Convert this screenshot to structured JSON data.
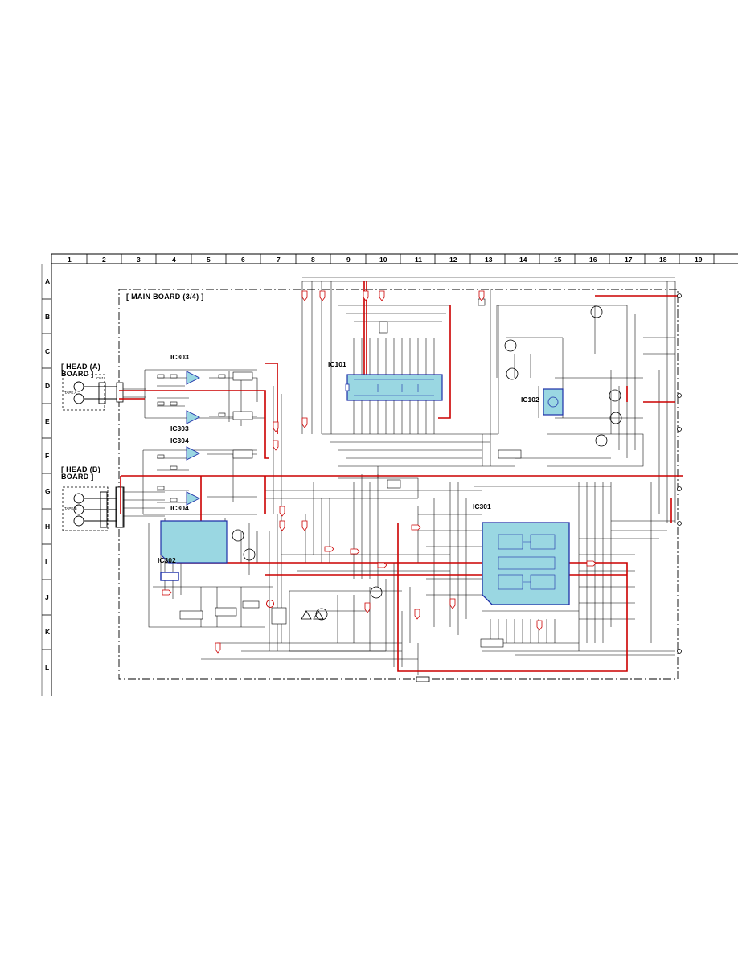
{
  "grid": {
    "columns": [
      "1",
      "2",
      "3",
      "4",
      "5",
      "6",
      "7",
      "8",
      "9",
      "10",
      "11",
      "12",
      "13",
      "14",
      "15",
      "16",
      "17",
      "18",
      "19"
    ],
    "rows": [
      "A",
      "B",
      "C",
      "D",
      "E",
      "F",
      "G",
      "H",
      "I",
      "J",
      "K",
      "L"
    ]
  },
  "board_title": "[ MAIN BOARD (3/4) ]",
  "head_a": {
    "line1": "[ HEAD (A)",
    "line2": "BOARD ]"
  },
  "head_b": {
    "line1": "[ HEAD (B)",
    "line2": "BOARD ]"
  },
  "ics": [
    {
      "ref": "IC101"
    },
    {
      "ref": "IC102"
    },
    {
      "ref": "IC301"
    },
    {
      "ref": "IC302"
    },
    {
      "ref": "IC303"
    },
    {
      "ref": "IC303"
    },
    {
      "ref": "IC304"
    },
    {
      "ref": "IC304"
    }
  ],
  "connectors": {
    "cn1": "CN1",
    "tape_a": "TAPE A",
    "tape_b": "TAPE B"
  },
  "colors": {
    "signal_red": "#cc0000",
    "ic_fill": "#9ad7e2",
    "ic_border": "#1d2fa8",
    "wire": "#000000",
    "note_blue": "#1a3fbf"
  }
}
